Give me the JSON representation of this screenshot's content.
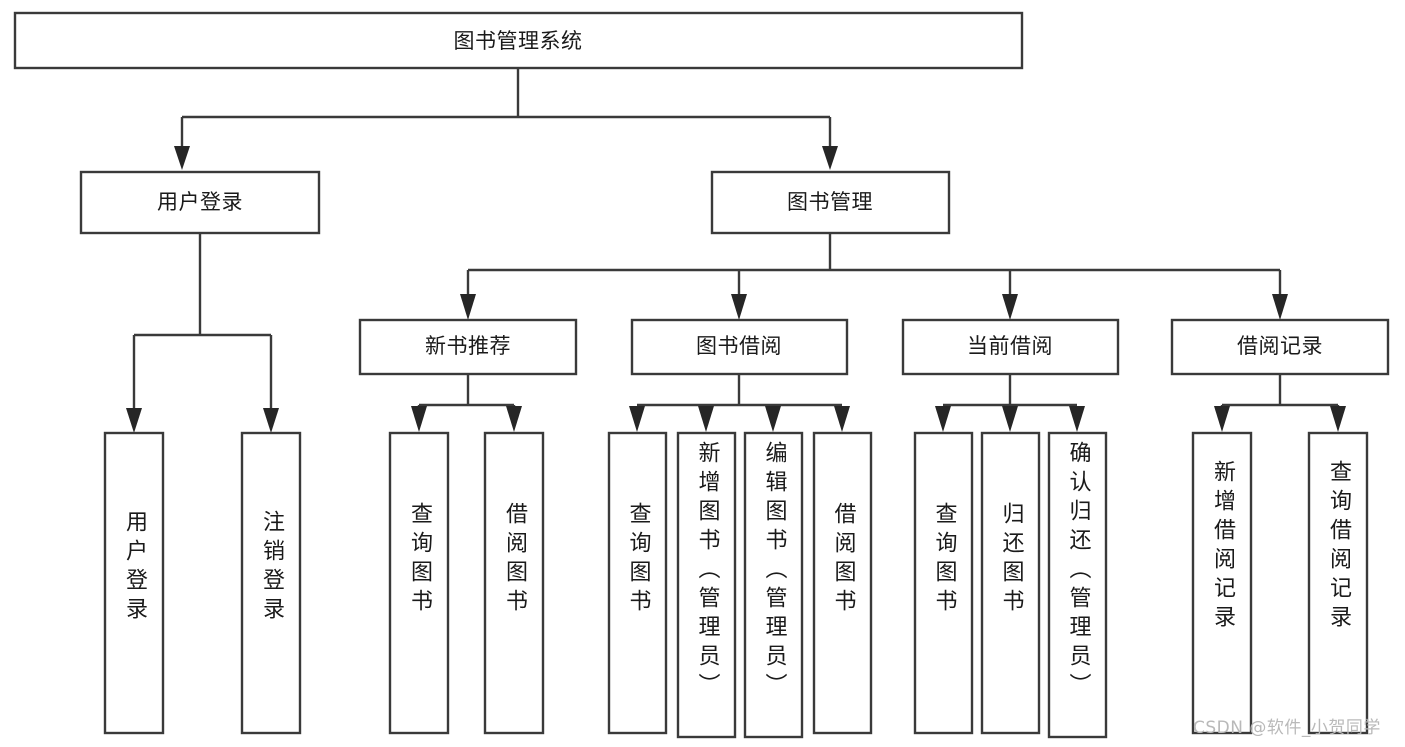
{
  "diagram": {
    "title": "图书管理系统",
    "type": "hierarchy-tree",
    "root": {
      "label": "图书管理系统"
    },
    "level2": [
      {
        "label": "用户登录"
      },
      {
        "label": "图书管理"
      }
    ],
    "level3": [
      {
        "label": "新书推荐"
      },
      {
        "label": "图书借阅"
      },
      {
        "label": "当前借阅"
      },
      {
        "label": "借阅记录"
      }
    ],
    "leaves": {
      "user_login": [
        {
          "label": "用户登录"
        },
        {
          "label": "注销登录"
        }
      ],
      "new_book_recommend": [
        {
          "label": "查询图书"
        },
        {
          "label": "借阅图书"
        }
      ],
      "book_borrow": [
        {
          "label": "查询图书"
        },
        {
          "label": "新增图书（管理员）"
        },
        {
          "label": "编辑图书（管理员）"
        },
        {
          "label": "借阅图书"
        }
      ],
      "current_borrow": [
        {
          "label": "查询图书"
        },
        {
          "label": "归还图书"
        },
        {
          "label": "确认归还（管理员）"
        }
      ],
      "borrow_record": [
        {
          "label": "新增借阅记录"
        },
        {
          "label": "查询借阅记录"
        }
      ]
    }
  },
  "watermark": {
    "text": "CSDN @软件_小贺同学"
  },
  "colors": {
    "background": "#ffffff",
    "box_fill": "#ffffff",
    "box_stroke": "#3a3a3a",
    "connector": "#3a3a3a",
    "text": "#1a1a1a",
    "watermark": "#b9b9b9"
  }
}
